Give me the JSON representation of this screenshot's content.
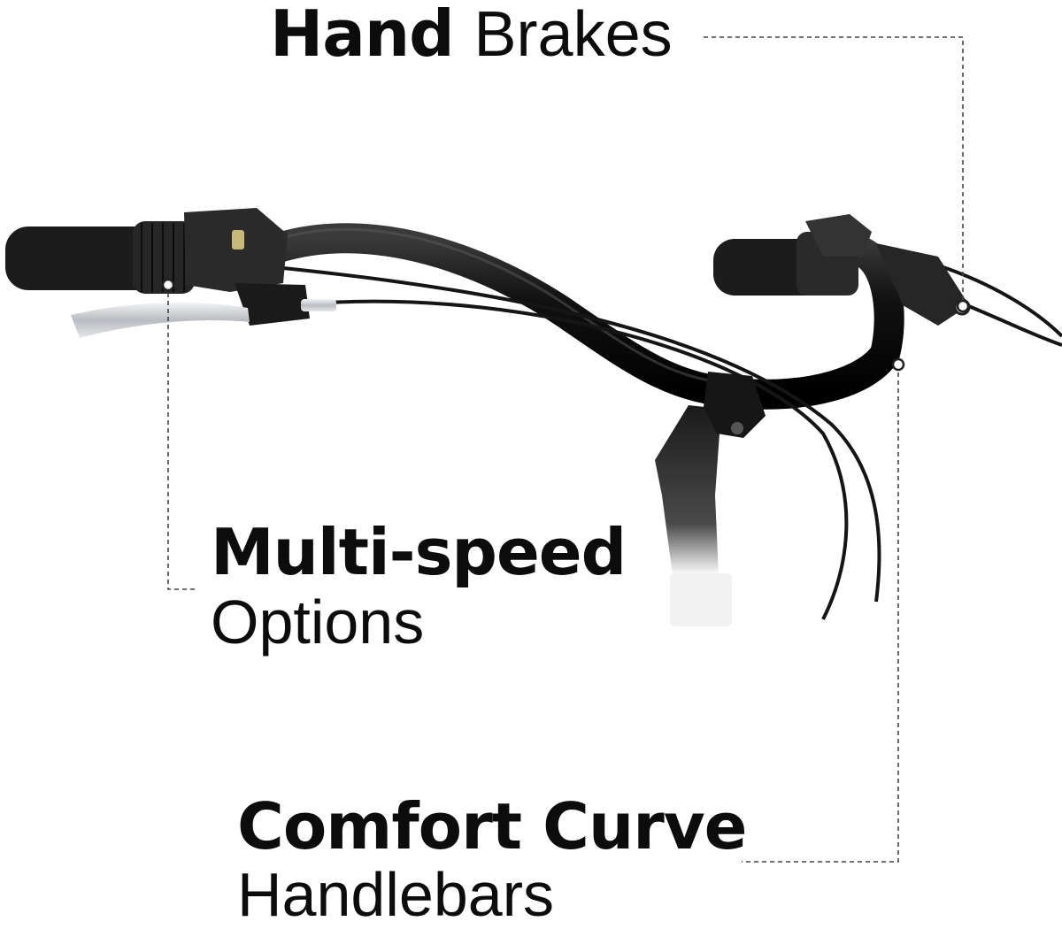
{
  "callouts": {
    "hand_brakes": {
      "bold": "Hand",
      "light": "Brakes"
    },
    "multi_speed": {
      "bold": "Multi-speed",
      "light": "Options"
    },
    "comfort_curve": {
      "bold": "Comfort Curve",
      "light": "Handlebars"
    }
  },
  "colors": {
    "background": "#ffffff",
    "text": "#0c0c0c",
    "bar": "#141414",
    "grip": "#1c1c1c",
    "lever_chrome": "#c9ccd0",
    "leader_line": "#444444"
  }
}
